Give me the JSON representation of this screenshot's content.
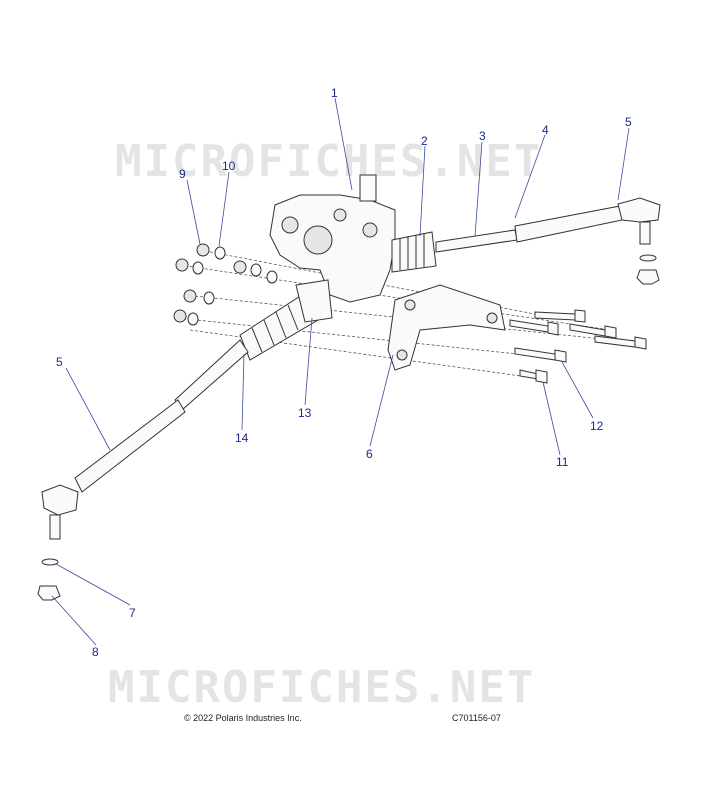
{
  "watermarks": [
    "MICROFICHES.NET",
    "MICROFICHES.NET"
  ],
  "callouts": [
    "1",
    "2",
    "3",
    "4",
    "5",
    "5",
    "6",
    "7",
    "8",
    "9",
    "10",
    "11",
    "12",
    "13",
    "14"
  ],
  "footer": {
    "copyright": "© 2022 Polaris Industries Inc.",
    "figure_id": "C701156-07"
  }
}
